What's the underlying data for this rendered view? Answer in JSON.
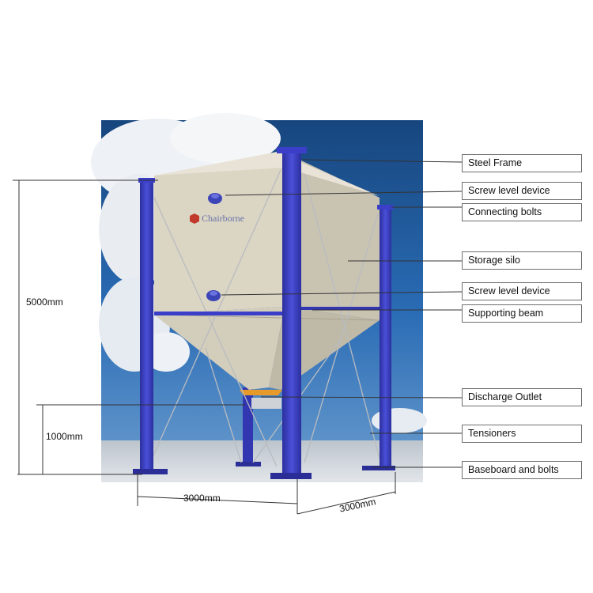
{
  "logo": {
    "text": "Chairborne"
  },
  "callouts": [
    "Steel Frame",
    "Screw level device",
    "Connecting bolts",
    "Storage silo",
    "Screw level device",
    "Supporting beam",
    "Discharge Outlet",
    "Tensioners",
    "Baseboard and bolts"
  ],
  "dimensions": {
    "total_height": "5000mm",
    "outlet_height": "1000mm",
    "width_front": "3000mm",
    "width_side": "3000mm"
  },
  "colors": {
    "frame_blue": "#3a3ec8",
    "sky_blue": "#1d5ea8",
    "silo_beige": "#d9d3c2",
    "outlet_orange": "#e59a2a",
    "logo_red": "#c0392b"
  }
}
